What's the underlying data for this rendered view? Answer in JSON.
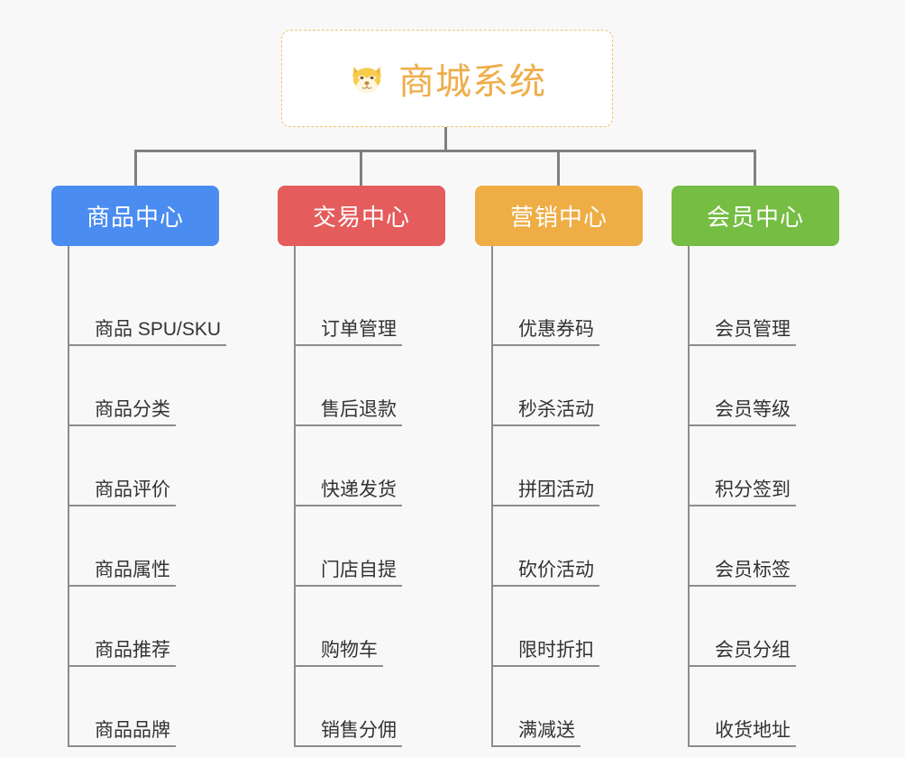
{
  "background_color": "#f8f8f8",
  "root": {
    "title": "商城系统",
    "icon": "shiba-dog-emoji",
    "border_color": "#f2c269",
    "text_color": "#eeae4a",
    "background_color": "#ffffff"
  },
  "connector_color": "#808080",
  "leaf_text_color": "#333333",
  "leaf_line_color": "#8c8c8c",
  "columns": [
    {
      "label": "商品中心",
      "color": "#4a8cf0",
      "items": [
        "商品 SPU/SKU",
        "商品分类",
        "商品评价",
        "商品属性",
        "商品推荐",
        "商品品牌"
      ]
    },
    {
      "label": "交易中心",
      "color": "#e45c5c",
      "items": [
        "订单管理",
        "售后退款",
        "快递发货",
        "门店自提",
        "购物车",
        "销售分佣"
      ]
    },
    {
      "label": "营销中心",
      "color": "#eead45",
      "items": [
        "优惠券码",
        "秒杀活动",
        "拼团活动",
        "砍价活动",
        "限时折扣",
        "满减送"
      ]
    },
    {
      "label": "会员中心",
      "color": "#76bd43",
      "items": [
        "会员管理",
        "会员等级",
        "积分签到",
        "会员标签",
        "会员分组",
        "收货地址"
      ]
    }
  ]
}
